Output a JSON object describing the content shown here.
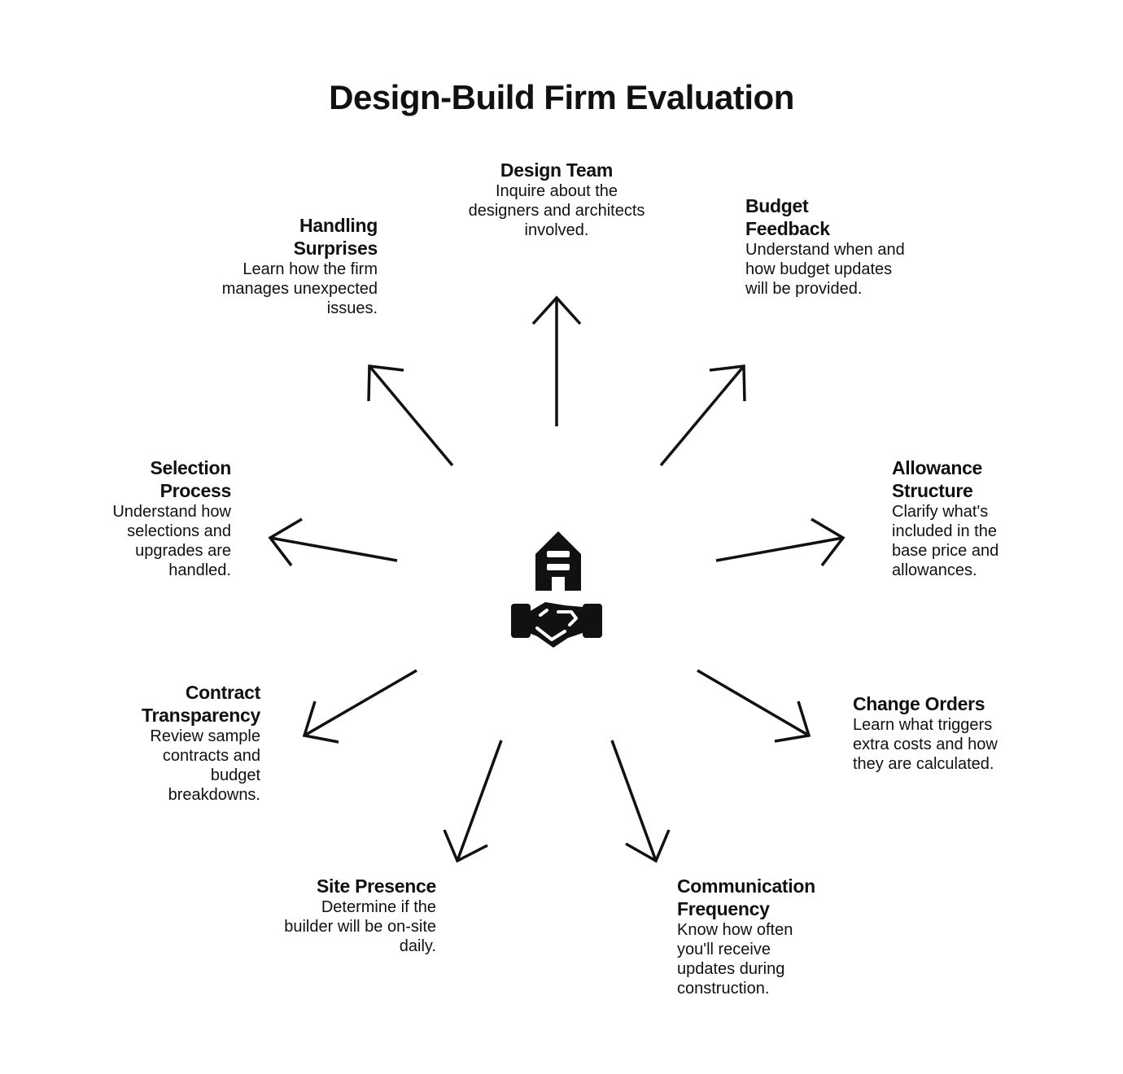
{
  "title": "Design-Build Firm Evaluation",
  "center_icon": "building-handshake-icon",
  "items": [
    {
      "heading": "Design Team",
      "description": "Inquire about the designers and architects involved."
    },
    {
      "heading": "Budget Feedback",
      "description": "Understand when and how budget updates will be provided."
    },
    {
      "heading": "Allowance Structure",
      "description": "Clarify what's included in the base price and allowances."
    },
    {
      "heading": "Change Orders",
      "description": "Learn what triggers extra costs and how they are calculated."
    },
    {
      "heading": "Communication Frequency",
      "description": "Know how often you'll receive updates during construction."
    },
    {
      "heading": "Site Presence",
      "description": "Determine if the builder will be on-site daily."
    },
    {
      "heading": "Contract Transparency",
      "description": "Review sample contracts and budget breakdowns."
    },
    {
      "heading": "Selection Process",
      "description": "Understand how selections and upgrades are handled."
    },
    {
      "heading": "Handling Surprises",
      "description": "Learn how the firm manages unexpected issues."
    }
  ],
  "colors": {
    "ink": "#111111",
    "background": "#ffffff"
  }
}
